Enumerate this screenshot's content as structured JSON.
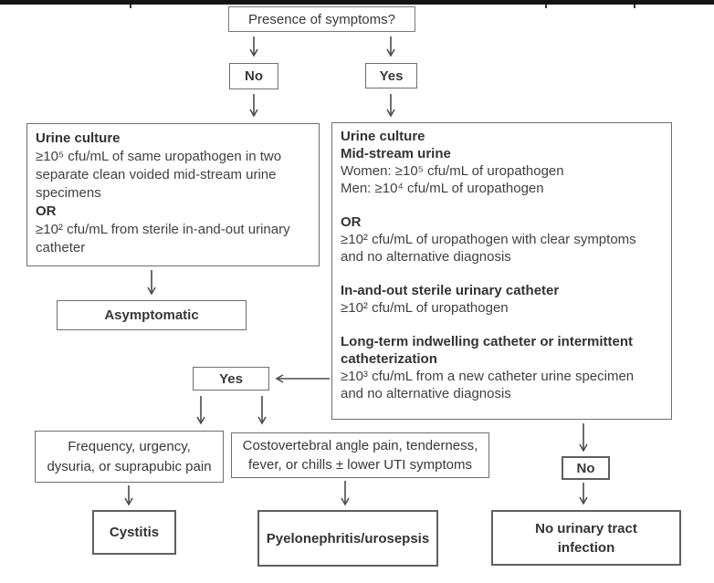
{
  "colors": {
    "background": "#ffffff",
    "top_bar": "#141414",
    "box_border": "#6e6e6e",
    "text": "#3b3b3b",
    "arrow": "#4a4a4a"
  },
  "flowchart": {
    "root_question": "Presence of symptoms?",
    "branch_no_label": "No",
    "branch_yes_label": "Yes",
    "no_branch_criteria": {
      "heading": "Urine culture",
      "criterion_1": [
        "≥10⁵ cfu/mL of same uropathogen in two",
        "separate clean voided mid-stream urine",
        "specimens"
      ],
      "or_label": "OR",
      "criterion_2": [
        "≥10² cfu/mL from sterile in-and-out urinary",
        "catheter"
      ]
    },
    "no_branch_outcome": "Asymptomatic",
    "yes_branch_criteria": {
      "heading": "Urine culture",
      "subheading": "Mid-stream urine",
      "women_line": "Women: ≥10⁵ cfu/mL of uropathogen",
      "men_line": "Men: ≥10⁴ cfu/mL of uropathogen",
      "or_label": "OR",
      "or_criterion": [
        "≥10² cfu/mL of uropathogen with clear symptoms",
        "and no alternative diagnosis"
      ],
      "catheter_heading": "In-and-out sterile urinary catheter",
      "catheter_criterion": "≥10² cfu/mL of uropathogen",
      "longterm_heading": [
        "Long-term indwelling catheter or intermittent",
        "catheterization"
      ],
      "longterm_criterion": [
        "≥10³ cfu/mL from a new catheter urine specimen",
        "and no alternative diagnosis"
      ]
    },
    "symptoms_present_label": "Yes",
    "symptoms_absent_label": "No",
    "cystitis_symptoms": [
      "Frequency, urgency,",
      "dysuria, or suprapubic pain"
    ],
    "pyelonephritis_symptoms": [
      "Costovertebral angle pain, tenderness,",
      "fever, or chills ± lower UTI symptoms"
    ],
    "outcome_cystitis": "Cystitis",
    "outcome_pyelonephritis": "Pyelonephritis/urosepsis",
    "outcome_no_uti": [
      "No urinary tract",
      "infection"
    ]
  }
}
